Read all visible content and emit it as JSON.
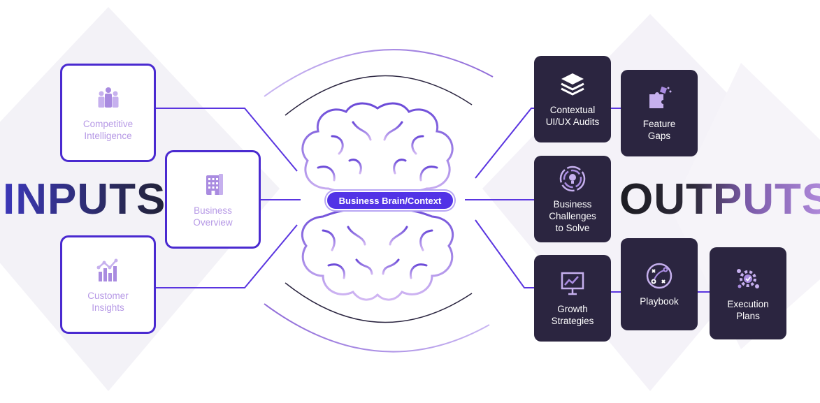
{
  "titles": {
    "inputs": "INPUTS",
    "outputs": "OUTPUTS"
  },
  "center": {
    "label": "Business Brain/Context",
    "icon": "brain-icon"
  },
  "inputs": [
    {
      "label": "Competitive Intelligence",
      "lines": [
        "Competitive",
        "Intelligence"
      ],
      "icon": "people-group-icon"
    },
    {
      "label": "Business Overview",
      "lines": [
        "Business",
        "Overview"
      ],
      "icon": "building-icon"
    },
    {
      "label": "Customer Insights",
      "lines": [
        "Customer",
        "Insights"
      ],
      "icon": "bar-chart-trend-icon"
    }
  ],
  "outputs": [
    {
      "label": "Contextual UI/UX Audits",
      "lines": [
        "Contextual",
        "UI/UX Audits"
      ],
      "icon": "layers-icon"
    },
    {
      "label": "Feature Gaps",
      "lines": [
        "Feature",
        "Gaps"
      ],
      "icon": "puzzle-icon"
    },
    {
      "label": "Business Challenges to Solve",
      "lines": [
        "Business",
        "Challenges",
        "to Solve"
      ],
      "icon": "maze-bulb-icon"
    },
    {
      "label": "Growth Strategies",
      "lines": [
        "Growth",
        "Strategies"
      ],
      "icon": "presentation-chart-icon"
    },
    {
      "label": "Playbook",
      "lines": [
        "Playbook"
      ],
      "icon": "play-diagram-icon"
    },
    {
      "label": "Execution Plans",
      "lines": [
        "Execution",
        "Plans"
      ],
      "icon": "gear-settings-icon"
    }
  ],
  "colors": {
    "accent": "#5233e6",
    "input_border": "#4a2ad0",
    "input_text": "#b79ae6",
    "output_bg": "#2b2540",
    "connector": "#5a35e0"
  }
}
